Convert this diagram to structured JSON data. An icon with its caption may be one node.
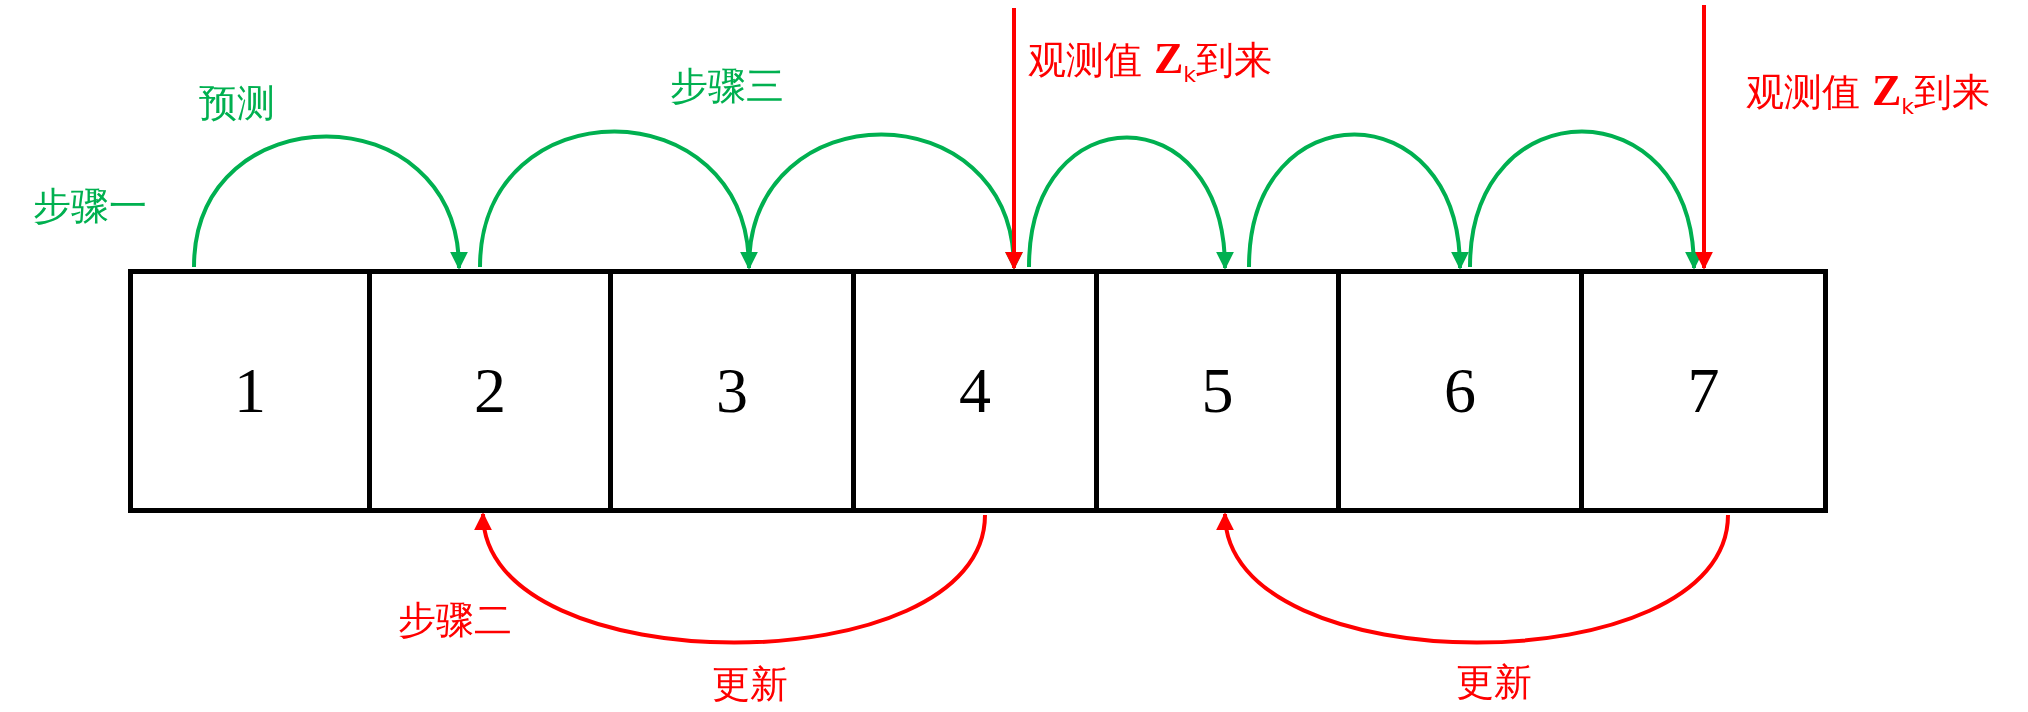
{
  "diagram": {
    "nodes": [
      {
        "text": [
          "1"
        ]
      },
      {
        "text": [
          "2"
        ]
      },
      {
        "text": [
          "3"
        ]
      },
      {
        "text": [
          "4"
        ]
      },
      {
        "text": [
          "5"
        ]
      },
      {
        "text": [
          "6"
        ]
      },
      {
        "text": [
          "7"
        ]
      }
    ],
    "edges": [
      {
        "from": 0,
        "to": 1,
        "arrow": "to",
        "label": "预测",
        "color": "#00b050"
      },
      {
        "from": 1,
        "to": 2,
        "arrow": "to",
        "color": "#00b050"
      },
      {
        "from": 2,
        "to": 3,
        "arrow": "to",
        "color": "#00b050"
      },
      {
        "from": 3,
        "to": 4,
        "arrow": "to",
        "color": "#00b050"
      },
      {
        "from": 4,
        "to": 5,
        "arrow": "to",
        "color": "#00b050"
      },
      {
        "from": 5,
        "to": 6,
        "arrow": "to",
        "color": "#00b050"
      },
      {
        "from": 3,
        "to": 1,
        "arrow": "to",
        "label": "更新",
        "color": "#ff0000"
      },
      {
        "from": 6,
        "to": 4,
        "arrow": "to",
        "label": "更新",
        "color": "#ff0000"
      },
      {
        "from": null,
        "to": 3,
        "arrow": "to",
        "label": "观测值 **Z**$_{k}$到来",
        "color": "#ff0000"
      },
      {
        "from": null,
        "to": 6,
        "arrow": "to",
        "label": "观测值 **Z**$_{k}$到来",
        "color": "#ff0000"
      }
    ],
    "labels": [
      "步骤一",
      "步骤三",
      "步骤二"
    ]
  }
}
